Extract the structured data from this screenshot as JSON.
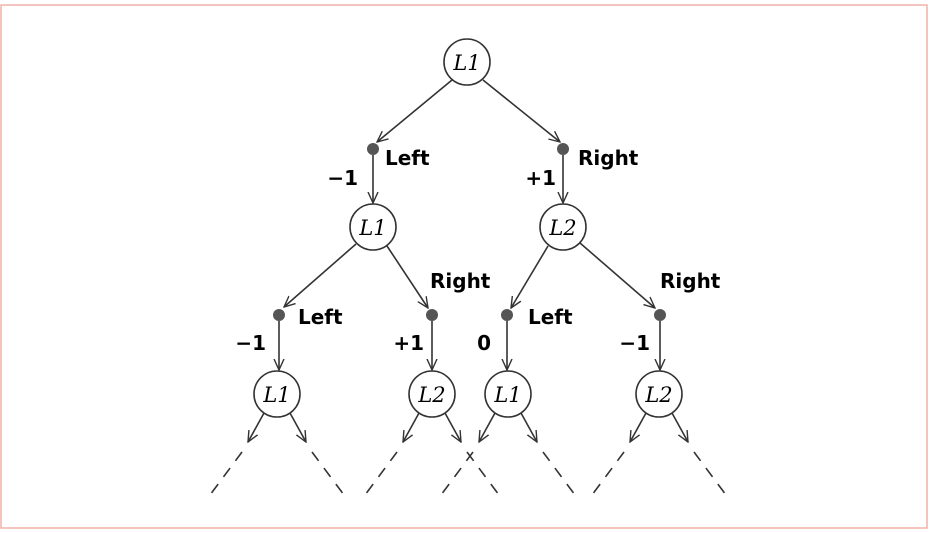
{
  "colors": {
    "border": "#f0b0a8",
    "stroke": "#333333",
    "dot": "#555555",
    "text": "#222222"
  },
  "tree": {
    "root": {
      "label": "L1"
    },
    "level1": {
      "left": {
        "action": "Left",
        "reward": "−1",
        "node": "L1"
      },
      "right": {
        "action": "Right",
        "reward": "+1",
        "node": "L2"
      }
    },
    "level2": [
      {
        "action": "Left",
        "reward": "−1",
        "node": "L1"
      },
      {
        "action": "Right",
        "reward": "+1",
        "node": "L2"
      },
      {
        "action": "Left",
        "reward": "0",
        "node": "L1"
      },
      {
        "action": "Right",
        "reward": "−1",
        "node": "L2"
      }
    ]
  }
}
